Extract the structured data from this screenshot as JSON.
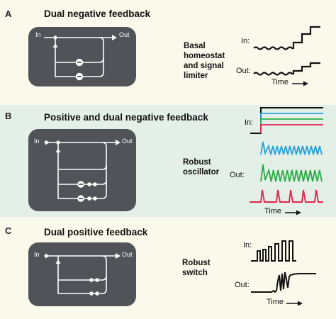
{
  "panels": [
    {
      "letter": "A",
      "title": "Dual negative feedback",
      "description": [
        "Basal",
        "homeostat",
        "and signal",
        "limiter"
      ],
      "in_label": "In",
      "out_label": "Out",
      "trace_in": "In:",
      "trace_out": "Out:",
      "time_label": "Time"
    },
    {
      "letter": "B",
      "title": "Positive and dual negative feedback",
      "description": [
        "Robust",
        "oscillator"
      ],
      "in_label": "In",
      "out_label": "Out",
      "trace_in": "In:",
      "trace_out": "Out:",
      "time_label": "Time"
    },
    {
      "letter": "C",
      "title": "Dual positive feedback",
      "description": [
        "Robust",
        "switch"
      ],
      "in_label": "In",
      "out_label": "Out",
      "trace_in": "In:",
      "trace_out": "Out:",
      "time_label": "Time"
    }
  ],
  "colors": {
    "panel_b_background": "#e3efe7",
    "circuit_box": "#505358",
    "trace_blue": "#2ba3dc",
    "trace_green": "#2fae4a",
    "trace_red": "#e0264f"
  }
}
